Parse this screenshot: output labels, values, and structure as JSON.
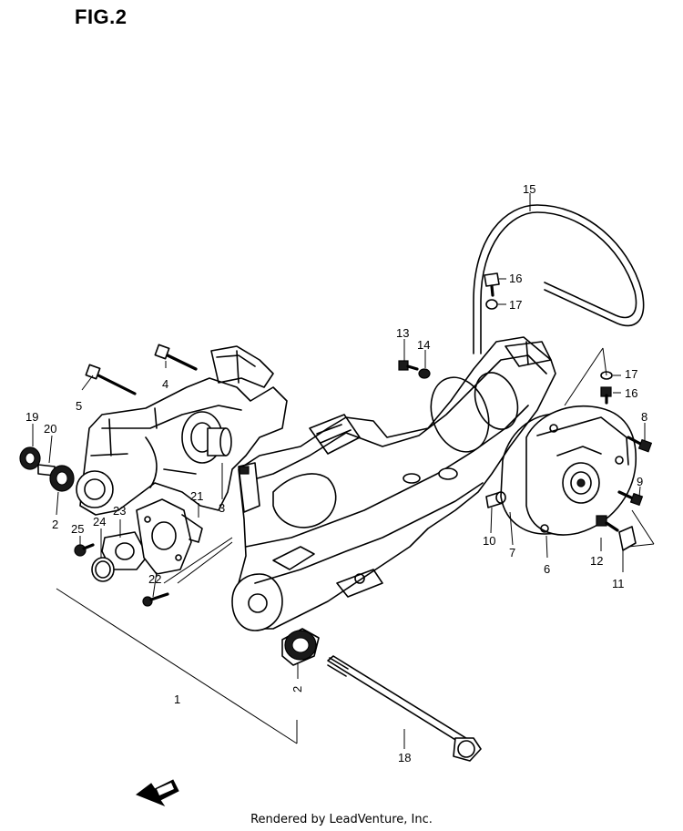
{
  "figure": {
    "title": "FIG.2",
    "footer": "Rendered by LeadVenture, Inc."
  },
  "callouts": [
    "1",
    "2",
    "2",
    "3",
    "4",
    "5",
    "6",
    "7",
    "8",
    "9",
    "10",
    "11",
    "12",
    "13",
    "14",
    "15",
    "16",
    "16",
    "17",
    "17",
    "18",
    "19",
    "20",
    "21",
    "22",
    "23",
    "24",
    "25"
  ],
  "icons": {
    "fwd_arrow": "fwd-arrow-icon"
  }
}
